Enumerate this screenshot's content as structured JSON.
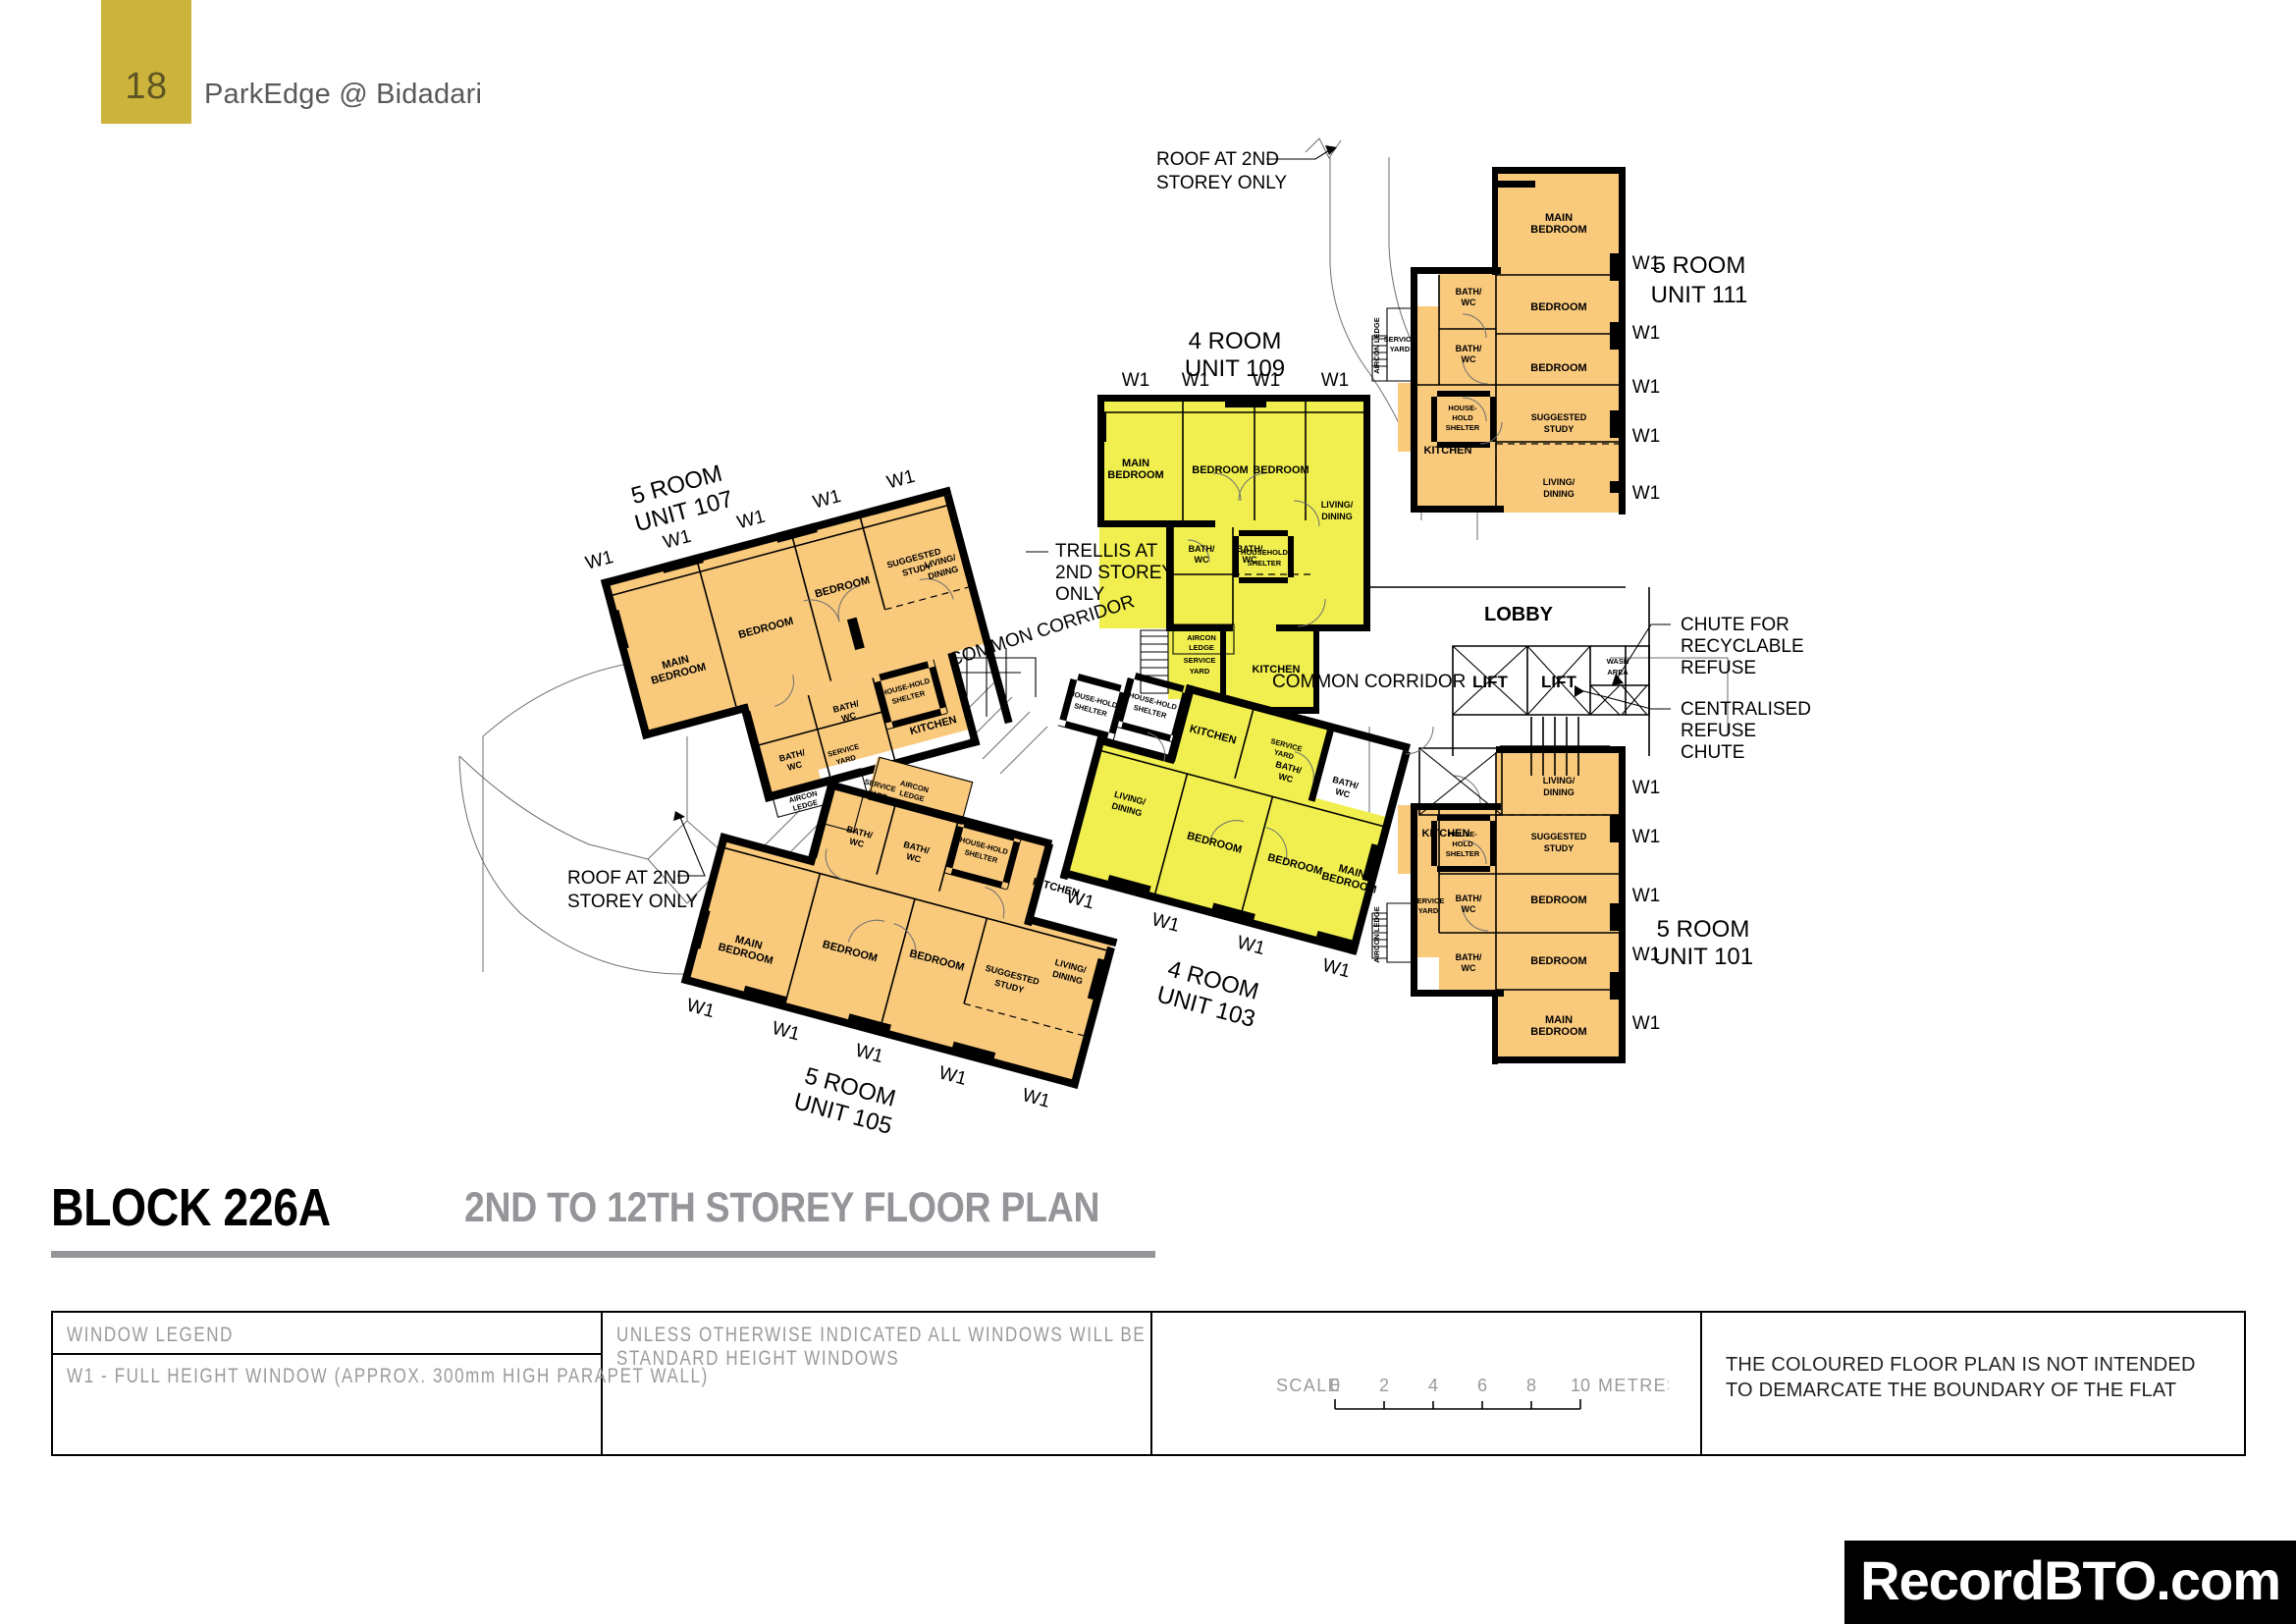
{
  "header": {
    "page_number": "18",
    "project_title": "ParkEdge @ Bidadari"
  },
  "title_block": {
    "block": "BLOCK 226A",
    "divider": "|",
    "subtitle": "2ND TO 12TH STOREY FLOOR PLAN"
  },
  "legend_table": {
    "window_legend": {
      "heading": "WINDOW LEGEND",
      "item": "W1 - FULL HEIGHT WINDOW (APPROX. 300mm HIGH PARAPET WALL)"
    },
    "note": {
      "line1": "UNLESS OTHERWISE INDICATED ALL WINDOWS WILL BE",
      "line2": "STANDARD HEIGHT WINDOWS"
    },
    "scale": {
      "label": "SCALE",
      "ticks": [
        "0",
        "2",
        "4",
        "6",
        "8",
        "10"
      ],
      "unit": "METRES"
    },
    "disclaimer": {
      "line1": "THE COLOURED FLOOR PLAN IS NOT INTENDED",
      "line2": "TO DEMARCATE THE BOUNDARY OF THE FLAT"
    }
  },
  "watermark": {
    "text": "RecordBTO.com"
  },
  "colors": {
    "page_badge": "#ccb43c",
    "unit_orange": "#f9c97c",
    "unit_yellow": "#f0ef4f",
    "wall": "#000000",
    "cad_grey": "#9a9a9a",
    "subtitle_grey": "#939598"
  },
  "plan": {
    "units": [
      {
        "id": "unit-111",
        "label_line1": "5 ROOM",
        "label_line2": "UNIT 111",
        "flat_type": "5 ROOM",
        "unit_number": "111",
        "colour": "orange",
        "rooms": [
          "MAIN BEDROOM",
          "BEDROOM",
          "BEDROOM",
          "SUGGESTED STUDY",
          "LIVING/ DINING",
          "KITCHEN",
          "BATH/ WC",
          "BATH/ WC",
          "HOUSE-HOLD SHELTER",
          "SERVICE YARD",
          "AIRCON LEDGE"
        ],
        "window_count": 5
      },
      {
        "id": "unit-109",
        "label_line1": "4 ROOM",
        "label_line2": "UNIT 109",
        "flat_type": "4 ROOM",
        "unit_number": "109",
        "colour": "yellow",
        "rooms": [
          "MAIN BEDROOM",
          "BEDROOM",
          "BEDROOM",
          "LIVING/ DINING",
          "KITCHEN",
          "BATH/ WC",
          "BATH/ WC",
          "HOUSEHOLD SHELTER",
          "SERVICE YARD",
          "AIRCON LEDGE"
        ],
        "window_count": 4
      },
      {
        "id": "unit-107",
        "label_line1": "5 ROOM",
        "label_line2": "UNIT 107",
        "flat_type": "5 ROOM",
        "unit_number": "107",
        "colour": "orange",
        "rooms": [
          "MAIN BEDROOM",
          "BEDROOM",
          "BEDROOM",
          "SUGGESTED STUDY",
          "LIVING/ DINING",
          "KITCHEN",
          "BATH/ WC",
          "BATH/ WC",
          "HOUSE-HOLD SHELTER",
          "SERVICE YARD",
          "AIRCON LEDGE"
        ],
        "window_count": 5
      },
      {
        "id": "unit-105",
        "label_line1": "5 ROOM",
        "label_line2": "UNIT 105",
        "flat_type": "5 ROOM",
        "unit_number": "105",
        "colour": "orange",
        "rooms": [
          "MAIN BEDROOM",
          "BEDROOM",
          "BEDROOM",
          "SUGGESTED STUDY",
          "LIVING/ DINING",
          "KITCHEN",
          "BATH/ WC",
          "BATH/ WC",
          "HOUSE-HOLD SHELTER",
          "SERVICE YARD",
          "AIRCON LEDGE"
        ],
        "window_count": 5
      },
      {
        "id": "unit-103",
        "label_line1": "4 ROOM",
        "label_line2": "UNIT 103",
        "flat_type": "4 ROOM",
        "unit_number": "103",
        "colour": "yellow",
        "rooms": [
          "MAIN BEDROOM",
          "BEDROOM",
          "BEDROOM",
          "LIVING/ DINING",
          "KITCHEN",
          "BATH/ WC",
          "BATH/ WC",
          "HOUSE-HOLD SHELTER",
          "SERVICE YARD"
        ],
        "window_count": 4
      },
      {
        "id": "unit-101",
        "label_line1": "5 ROOM",
        "label_line2": "UNIT 101",
        "flat_type": "5 ROOM",
        "unit_number": "101",
        "colour": "orange",
        "rooms": [
          "MAIN BEDROOM",
          "BEDROOM",
          "BEDROOM",
          "SUGGESTED STUDY",
          "LIVING/ DINING",
          "KITCHEN",
          "BATH/ WC",
          "BATH/ WC",
          "HOUSE-HOLD SHELTER",
          "SERVICE YARD",
          "AIRCON LEDGE"
        ],
        "window_count": 5
      }
    ],
    "annotations": {
      "roof_top": "ROOF AT 2ND\nSTOREY ONLY",
      "roof_top_l1": "ROOF AT 2ND",
      "roof_top_l2": "STOREY ONLY",
      "roof_left_l1": "ROOF AT 2ND",
      "roof_left_l2": "STOREY ONLY",
      "trellis_l1": "TRELLIS AT",
      "trellis_l2": "2ND STOREY",
      "trellis_l3": "ONLY",
      "chute_recyclable_l1": "CHUTE FOR",
      "chute_recyclable_l2": "RECYCLABLE",
      "chute_recyclable_l3": "REFUSE",
      "chute_central_l1": "CENTRALISED",
      "chute_central_l2": "REFUSE",
      "chute_central_l3": "CHUTE",
      "lobby": "LOBBY",
      "lift_1": "LIFT",
      "lift_2": "LIFT",
      "wash_area_l1": "WASH",
      "wash_area_l2": "AREA",
      "common_corridor_right": "COMMON CORRIDOR",
      "common_corridor_centre": "COMMON CORRIDOR"
    },
    "room_labels": {
      "main_bedroom": "MAIN\nBEDROOM",
      "main_bedroom_l1": "MAIN",
      "main_bedroom_l2": "BEDROOM",
      "bedroom": "BEDROOM",
      "living_dining_l1": "LIVING/",
      "living_dining_l2": "DINING",
      "kitchen": "KITCHEN",
      "bath_wc_l1": "BATH/",
      "bath_wc_l2": "WC",
      "household_shelter_l1": "HOUSE-",
      "household_shelter_l2": "HOLD",
      "household_shelter_l3": "SHELTER",
      "household_shelter_one_line_l1": "HOUSEHOLD",
      "household_shelter_one_line_l2": "SHELTER",
      "service_yard_l1": "SERVICE",
      "service_yard_l2": "YARD",
      "suggested_study_l1": "SUGGESTED",
      "suggested_study_l2": "STUDY",
      "aircon_ledge_l1": "AIRCON",
      "aircon_ledge_l2": "LEDGE",
      "window_tag": "W1"
    }
  }
}
